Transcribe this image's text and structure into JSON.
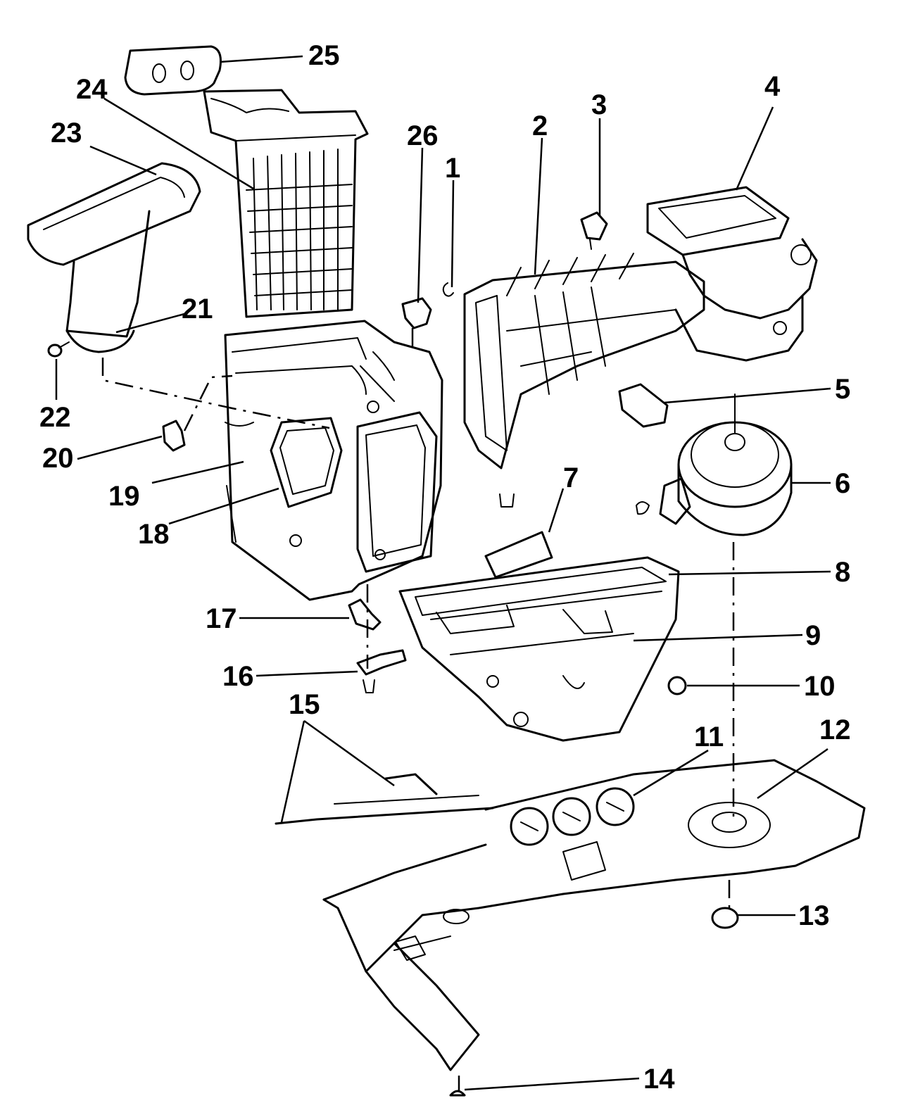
{
  "callouts": [
    {
      "id": "1",
      "text": "1"
    },
    {
      "id": "2",
      "text": "2"
    },
    {
      "id": "3",
      "text": "3"
    },
    {
      "id": "4",
      "text": "4"
    },
    {
      "id": "5",
      "text": "5"
    },
    {
      "id": "6",
      "text": "6"
    },
    {
      "id": "7",
      "text": "7"
    },
    {
      "id": "8",
      "text": "8"
    },
    {
      "id": "9",
      "text": "9"
    },
    {
      "id": "10",
      "text": "10"
    },
    {
      "id": "11",
      "text": "11"
    },
    {
      "id": "12",
      "text": "12"
    },
    {
      "id": "13",
      "text": "13"
    },
    {
      "id": "14",
      "text": "14"
    },
    {
      "id": "15",
      "text": "15"
    },
    {
      "id": "16",
      "text": "16"
    },
    {
      "id": "17",
      "text": "17"
    },
    {
      "id": "18",
      "text": "18"
    },
    {
      "id": "19",
      "text": "19"
    },
    {
      "id": "20",
      "text": "20"
    },
    {
      "id": "21",
      "text": "21"
    },
    {
      "id": "22",
      "text": "22"
    },
    {
      "id": "23",
      "text": "23"
    },
    {
      "id": "24",
      "text": "24"
    },
    {
      "id": "25",
      "text": "25"
    },
    {
      "id": "26",
      "text": "26"
    }
  ],
  "colors": {
    "line": "#000000",
    "background": "#ffffff"
  }
}
